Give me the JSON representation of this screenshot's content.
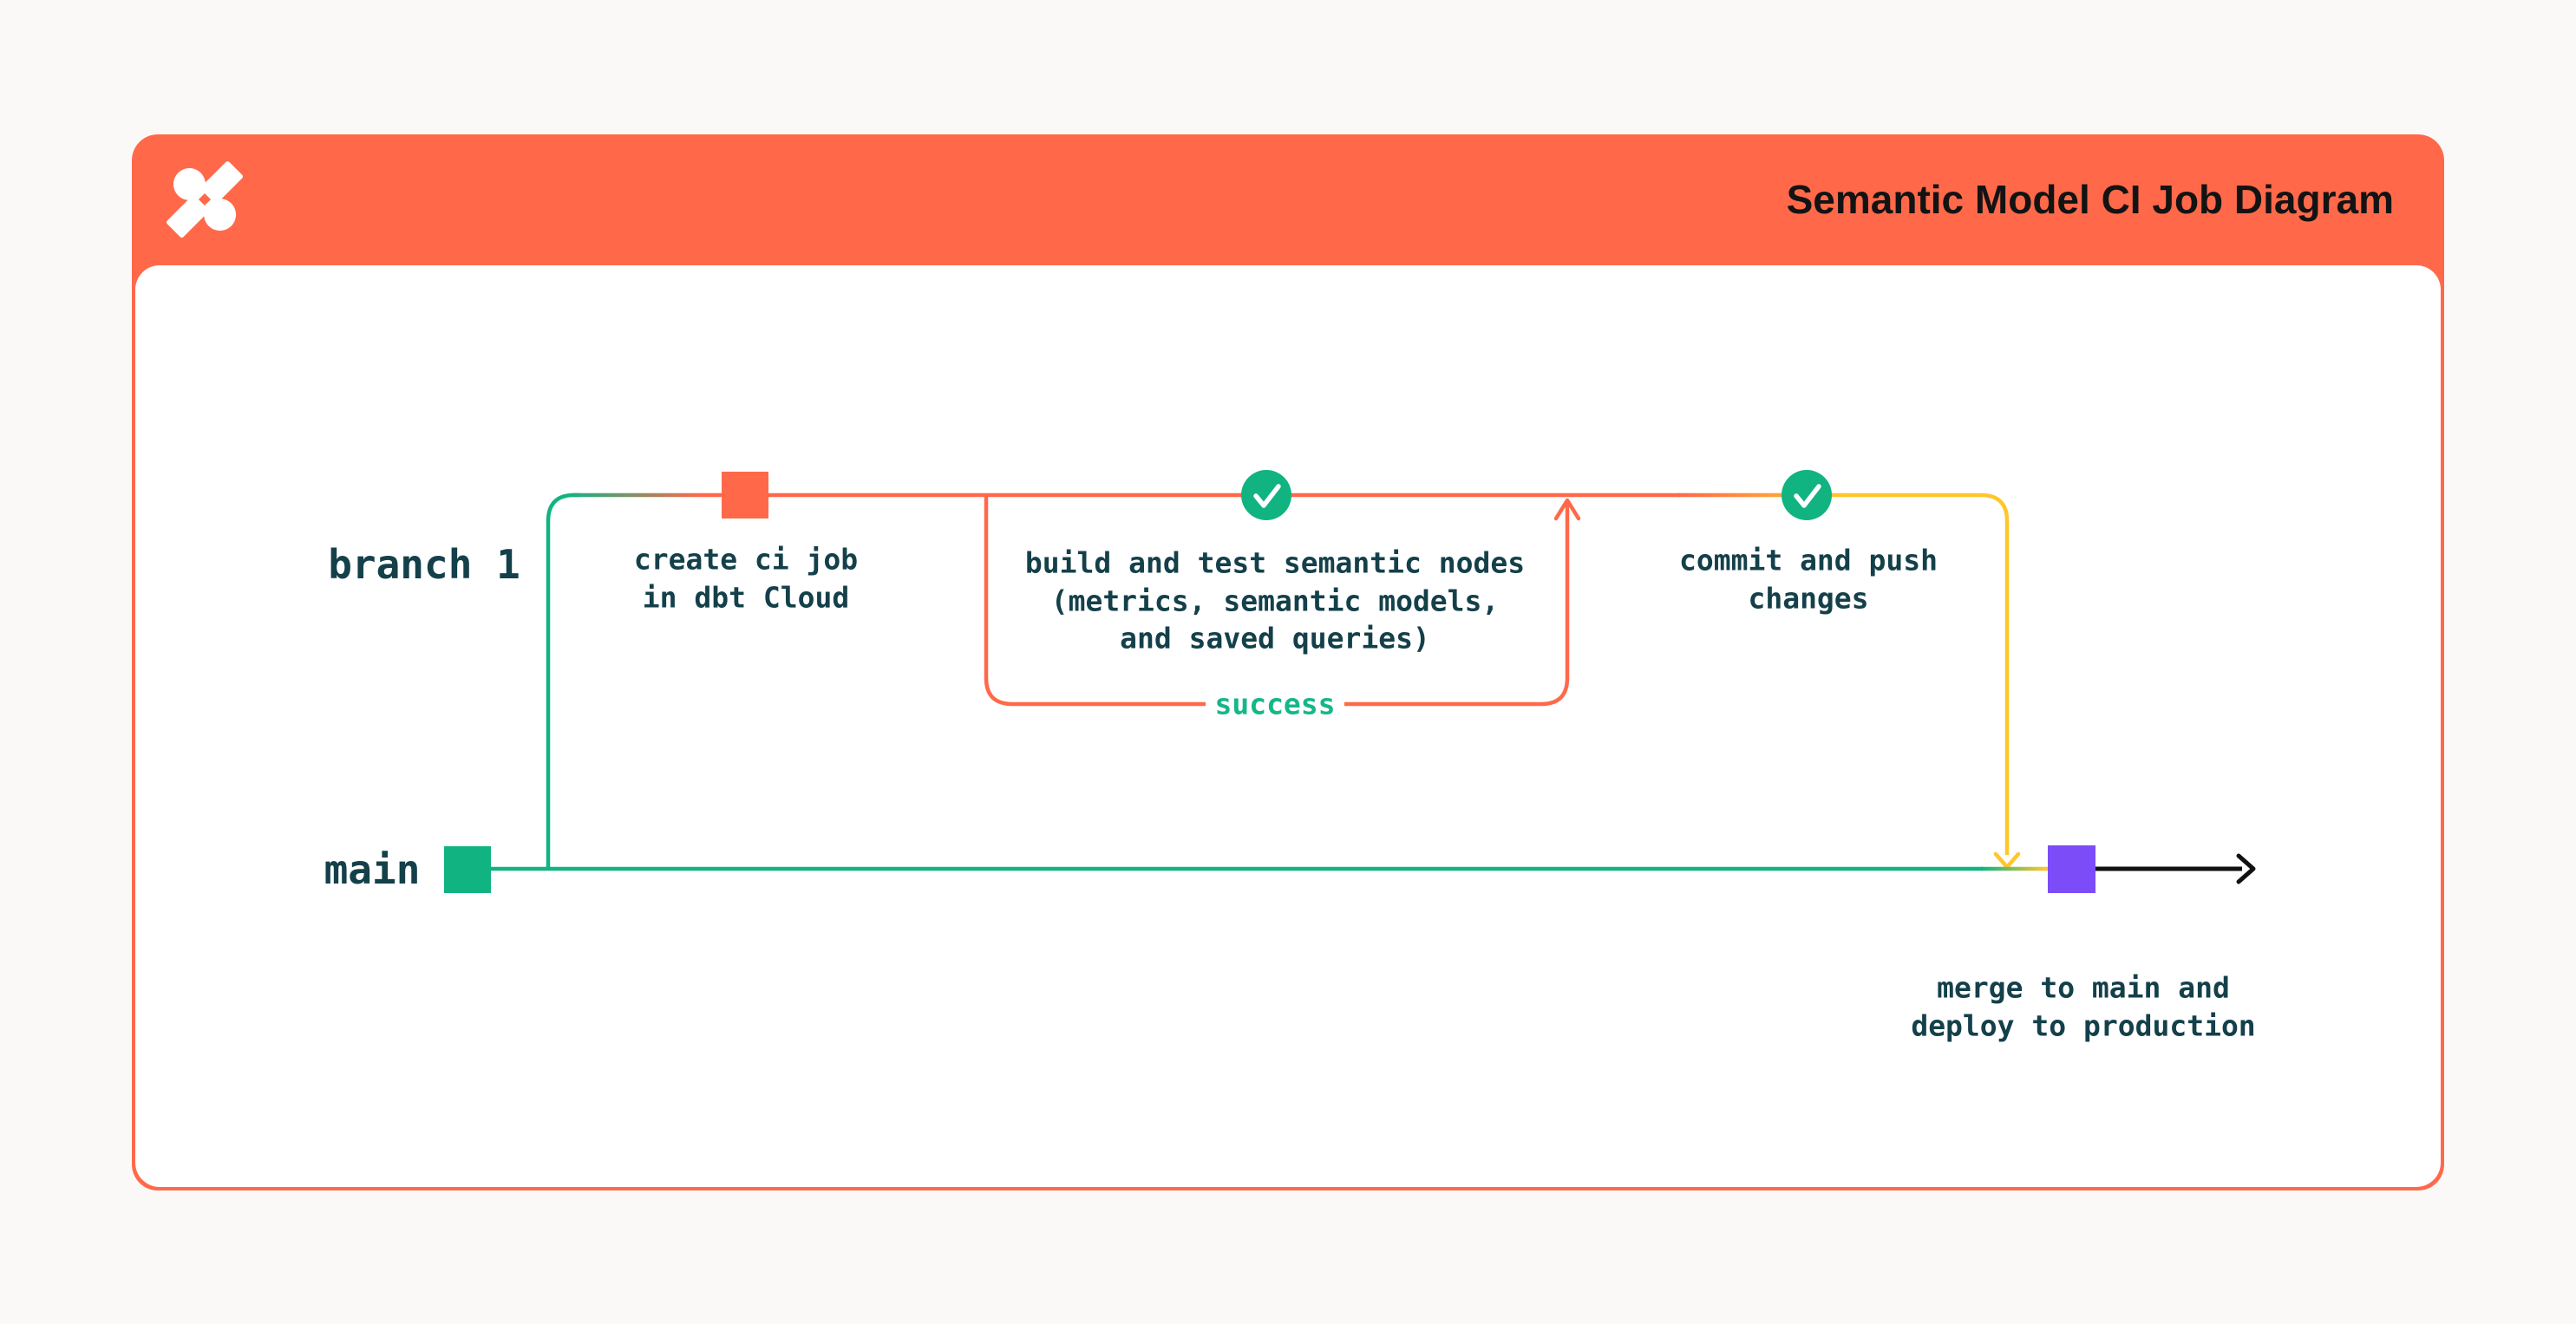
{
  "header": {
    "title": "Semantic Model CI Job Diagram",
    "logo": "dbt-logo",
    "background_color": "#FF694A",
    "title_color": "#131313"
  },
  "diagram": {
    "branch_label": "branch 1",
    "main_label": "main",
    "nodes": {
      "create_ci": {
        "type": "commit-square",
        "color": "#FF694A",
        "label": "create ci job\nin dbt Cloud"
      },
      "build_test": {
        "type": "check-circle",
        "color": "#11B381",
        "label": "build and test semantic nodes\n(metrics, semantic models,\nand saved queries)"
      },
      "commit_push": {
        "type": "check-circle",
        "color": "#11B381",
        "label": "commit and push\nchanges"
      },
      "merge": {
        "type": "commit-square",
        "color": "#7B4CF7",
        "label": "merge to main and\ndeploy to production"
      }
    },
    "success_loop": {
      "label": "success",
      "label_color": "#15B789",
      "line_color": "#FF694A"
    },
    "colors": {
      "orange": "#FF694A",
      "green": "#11B381",
      "yellow": "#FFC62C",
      "purple": "#7B4CF7",
      "text_ink": "#14404A",
      "arrow_black": "#111111",
      "card_background": "#FFFFFF",
      "page_background": "#FAF9F7"
    }
  }
}
